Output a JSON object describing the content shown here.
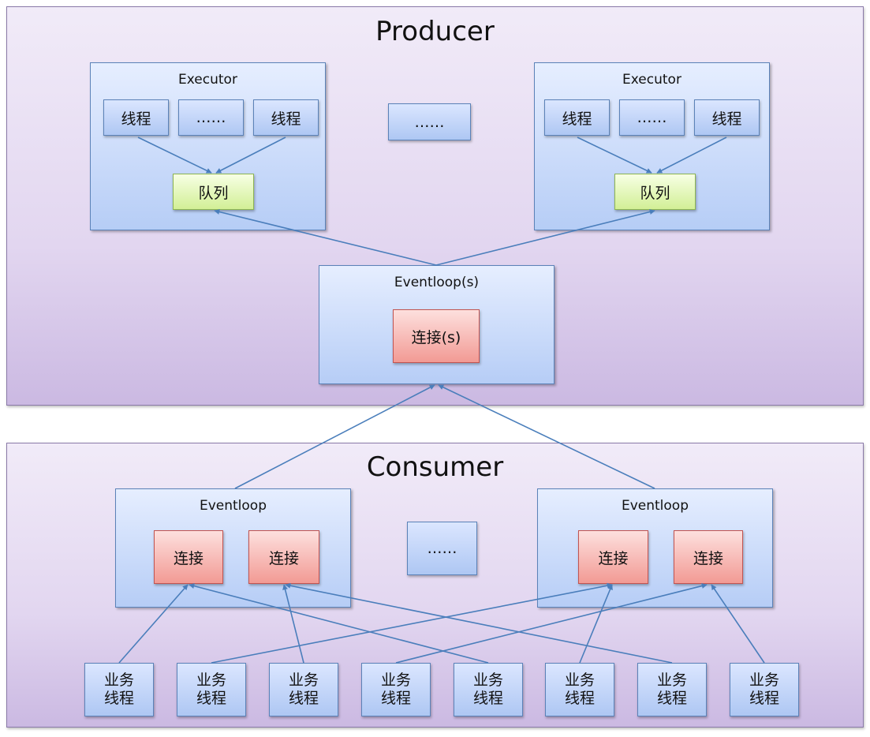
{
  "producer": {
    "title": "Producer",
    "executor_left": {
      "title": "Executor",
      "thread_1": "线程",
      "ellipsis": "……",
      "thread_2": "线程",
      "queue": "队列"
    },
    "middle_ellipsis": "……",
    "executor_right": {
      "title": "Executor",
      "thread_1": "线程",
      "ellipsis": "……",
      "thread_2": "线程",
      "queue": "队列"
    },
    "eventloop": {
      "title": "Eventloop(s)",
      "connection": "连接(s)"
    }
  },
  "consumer": {
    "title": "Consumer",
    "eventloop_left": {
      "title": "Eventloop",
      "connection_1": "连接",
      "connection_2": "连接"
    },
    "middle_ellipsis": "……",
    "eventloop_right": {
      "title": "Eventloop",
      "connection_1": "连接",
      "connection_2": "连接"
    },
    "workers": [
      {
        "line1": "业务",
        "line2": "线程"
      },
      {
        "line1": "业务",
        "line2": "线程"
      },
      {
        "line1": "业务",
        "line2": "线程"
      },
      {
        "line1": "业务",
        "line2": "线程"
      },
      {
        "line1": "业务",
        "line2": "线程"
      },
      {
        "line1": "业务",
        "line2": "线程"
      },
      {
        "line1": "业务",
        "line2": "线程"
      },
      {
        "line1": "业务",
        "line2": "线程"
      }
    ]
  },
  "colors": {
    "arrow": "#4a7ebb",
    "section_border": "#8a7aa8",
    "panel_border": "#5b82b8"
  }
}
